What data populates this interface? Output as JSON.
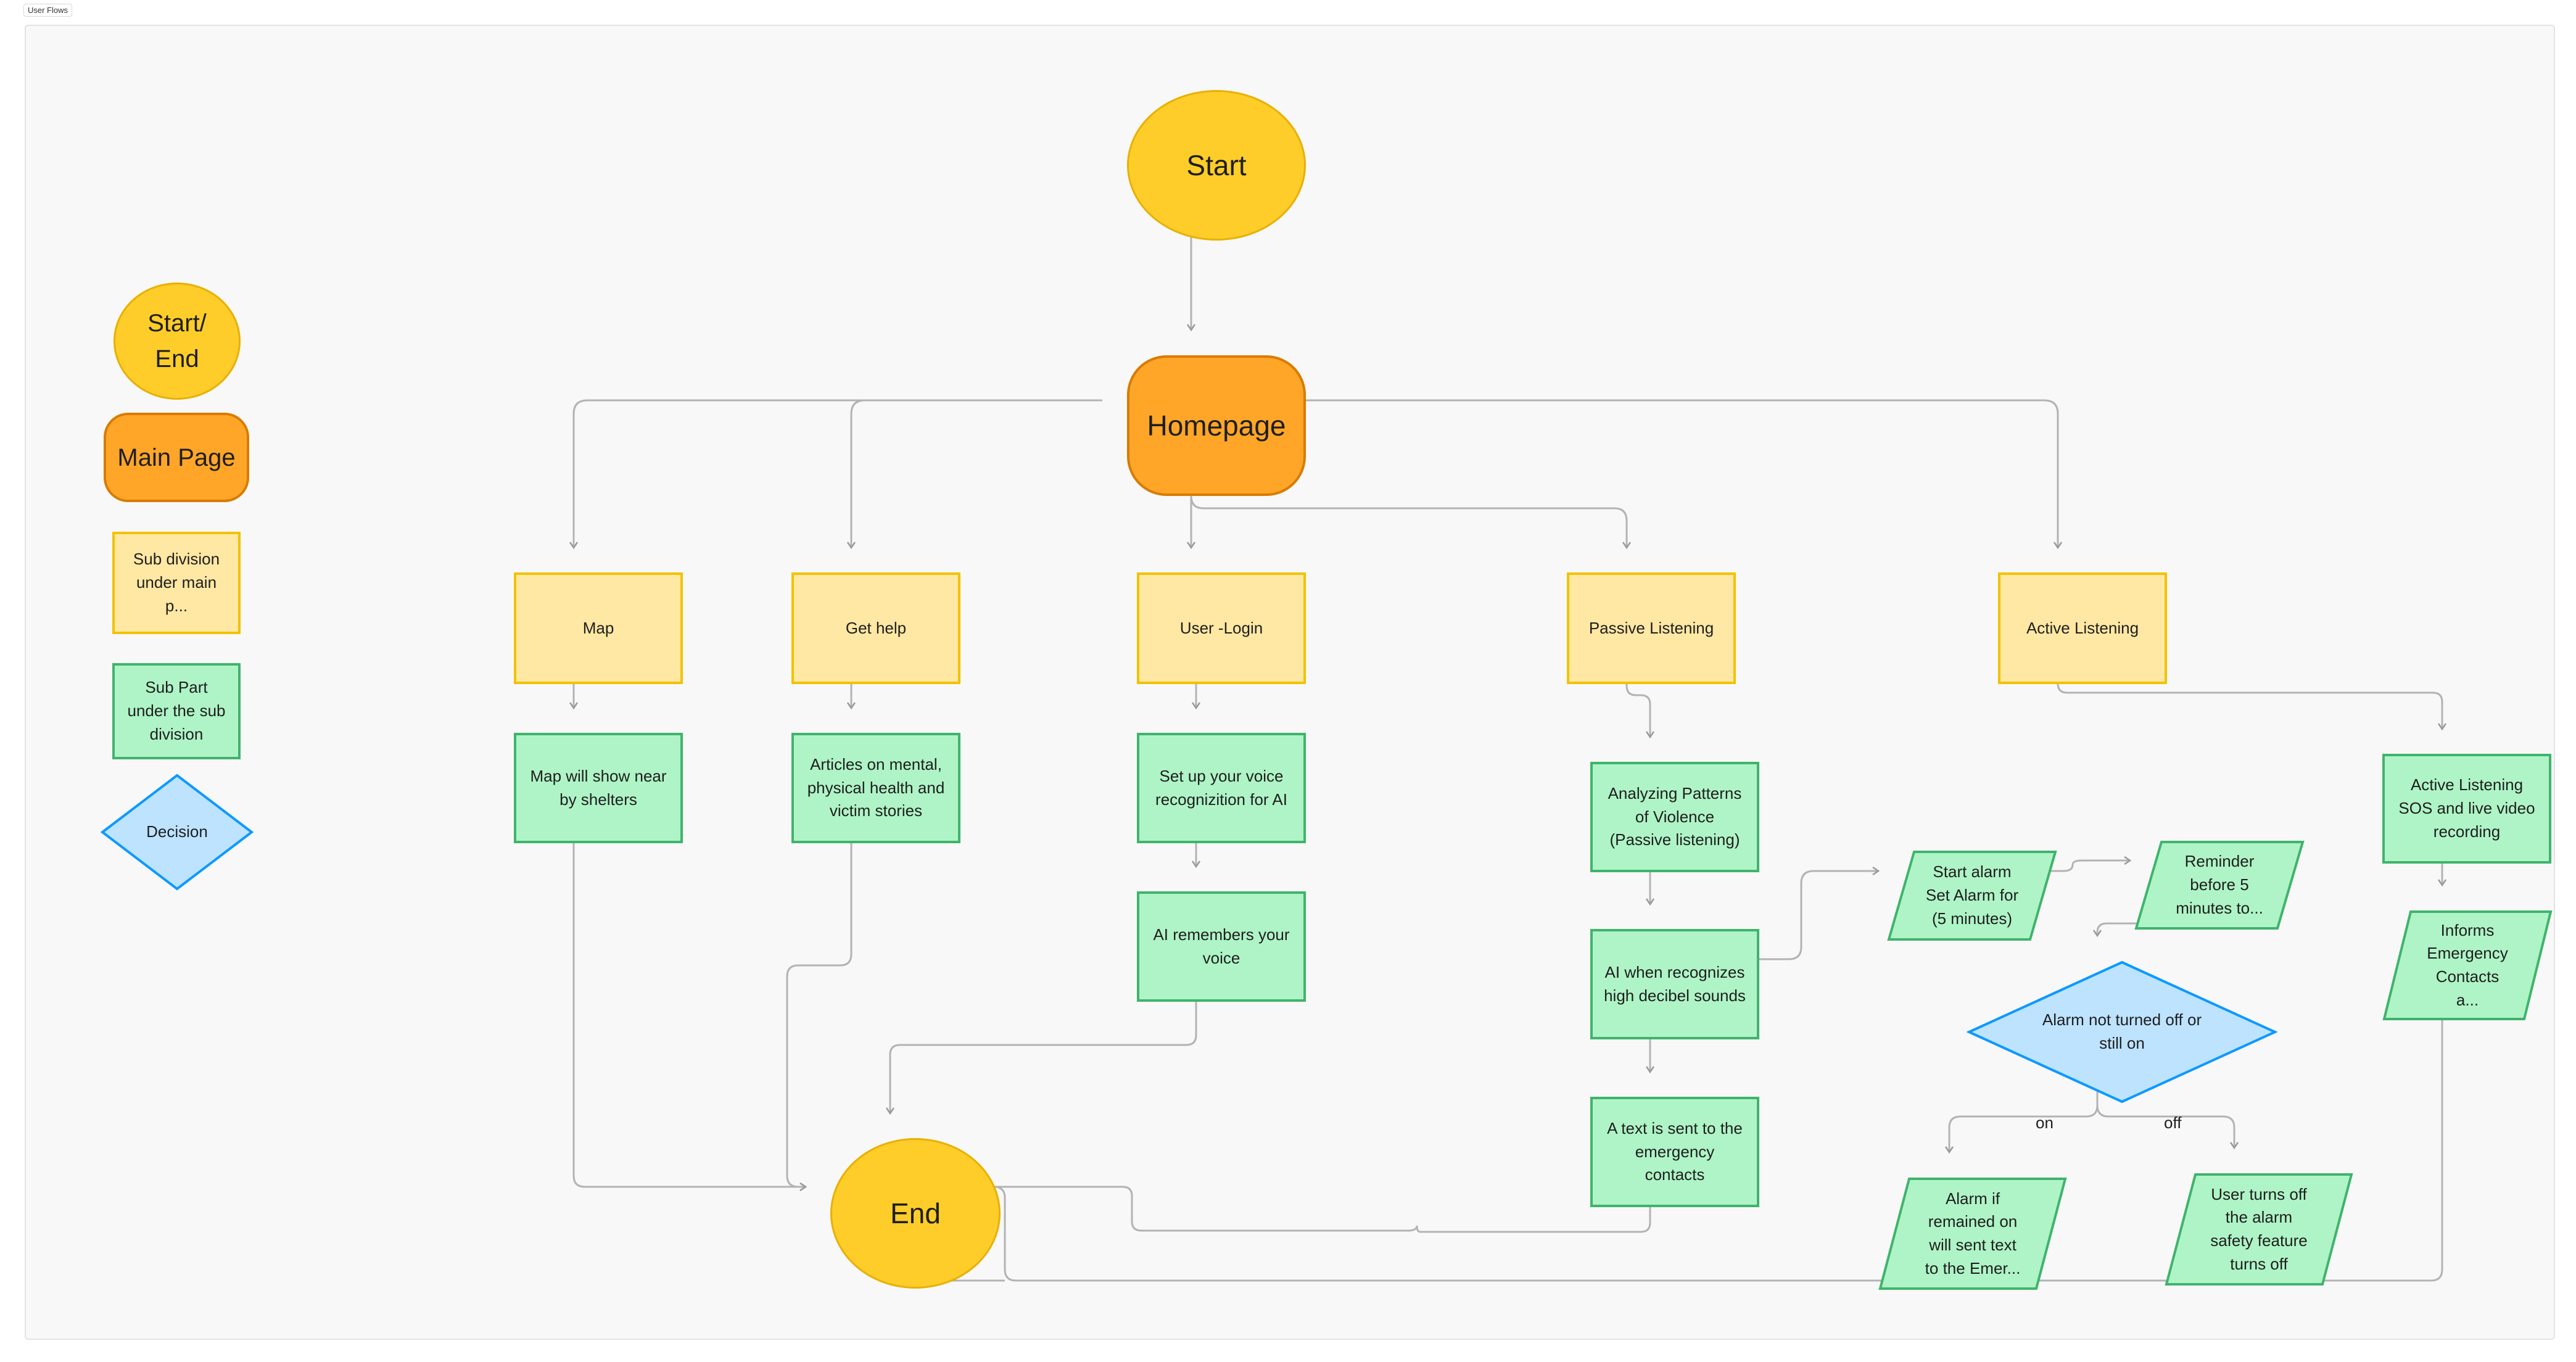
{
  "frame": {
    "title": "User Flows"
  },
  "legend": {
    "start_end": "Start/\nEnd",
    "main_page": "Main Page",
    "sub_division": "Sub division under main p...",
    "sub_part": "Sub Part under the sub division",
    "decision": "Decision"
  },
  "nodes": {
    "start": "Start",
    "homepage": "Homepage",
    "end": "End",
    "map": "Map",
    "get_help": "Get help",
    "user_login": "User -Login",
    "passive_listening": "Passive Listening",
    "active_listening": "Active Listening",
    "map_shelters": "Map will show near by shelters",
    "articles": "Articles on mental, physical health and victim stories",
    "voice_setup": "Set up your voice recognizition for AI",
    "ai_remembers": "AI remembers your voice",
    "analyzing": "Analyzing Patterns of Violence (Passive listening)",
    "ai_decibel": "AI when recognizes high decibel sounds",
    "text_sent": "A text is sent to the emergency contacts",
    "start_alarm": "Start alarm Set Alarm for (5 minutes)",
    "reminder": "Reminder before 5 minutes to...",
    "alarm_decision": "Alarm not turned off or still on",
    "alarm_on": "Alarm if remained on will sent text to the Emer...",
    "alarm_off": "User turns off the alarm safety feature turns off",
    "active_sos": "Active Listening SOS and live video recording",
    "informs": "Informs Emergency Contacts a..."
  },
  "edge_labels": {
    "on": "on",
    "off": "off"
  },
  "colors": {
    "start_end_fill": "#ffcd29",
    "main_fill": "#ffa629",
    "sub_fill": "#ffe8a3",
    "part_fill": "#aff4c6",
    "decision_fill": "#bde3ff",
    "connector": "#b3b3b3"
  }
}
